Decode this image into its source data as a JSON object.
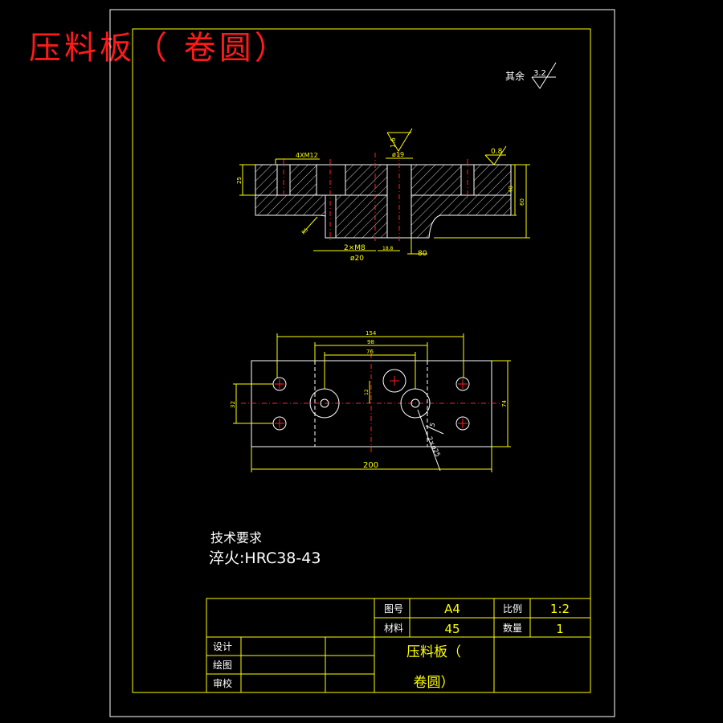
{
  "title": "压料板（  卷圆）",
  "roughness_note": {
    "label": "其余",
    "value": "3.2"
  },
  "section_view": {
    "dims": {
      "holes_top": "4XM12",
      "center_roughness": "1.6",
      "bore": "ø19",
      "right_roughness": "0.8",
      "left_height": "25",
      "right_height": "40",
      "total_height": "60",
      "thread_bottom": "2×M8",
      "counterbore": "ø20",
      "width_small": "18.8",
      "width_80": "80",
      "chamfer": "R5"
    }
  },
  "plan_view": {
    "dims": {
      "width_154": "154",
      "width_98": "98",
      "width_76": "76",
      "height_32": "32",
      "offset_12": "12",
      "height_74": "74",
      "width_200": "200",
      "leader_5": "5",
      "leader_2x": "2×ø25"
    }
  },
  "tech_requirements": {
    "heading": "技术要求",
    "line": "淬火:HRC38-43"
  },
  "title_block": {
    "drawing_no_label": "图号",
    "drawing_no_value": "A4",
    "scale_label": "比例",
    "scale_value": "1:2",
    "material_label": "材料",
    "material_value": "45",
    "quantity_label": "数量",
    "quantity_value": "1",
    "part_name_line1": "压料板（",
    "part_name_line2": "卷圆）",
    "design_label": "设计",
    "drawing_label": "绘图",
    "review_label": "审校"
  }
}
